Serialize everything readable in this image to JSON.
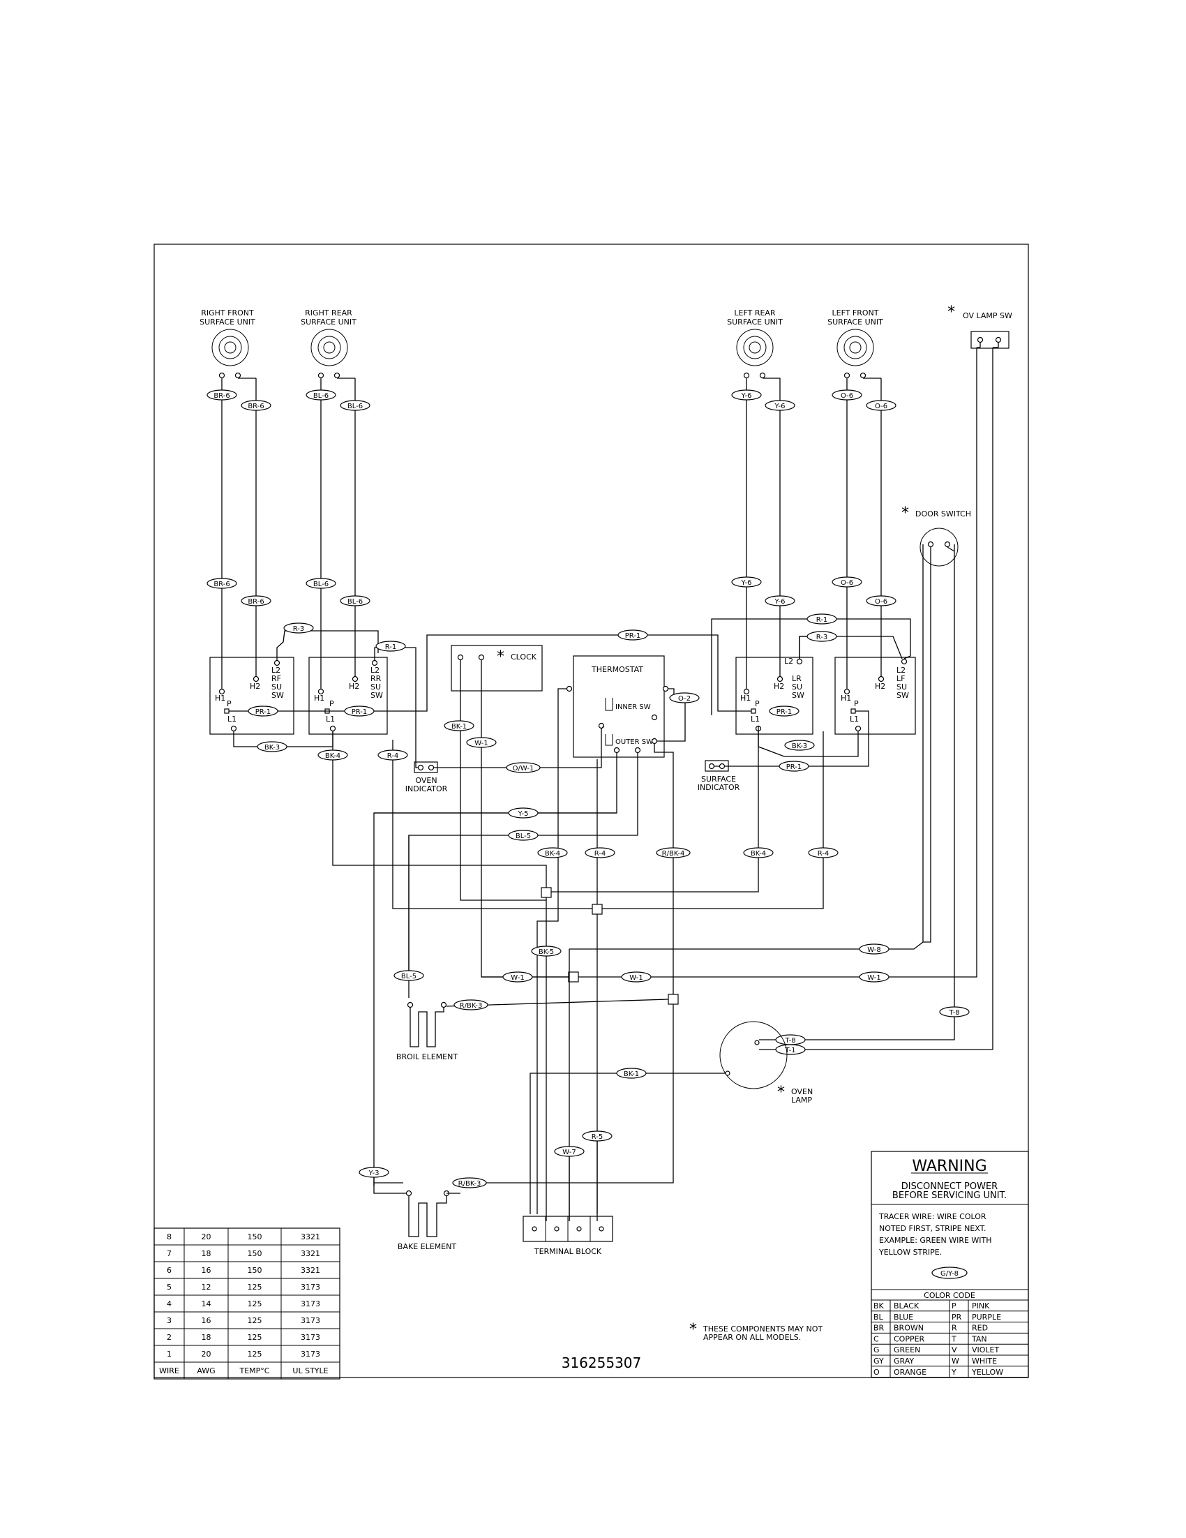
{
  "surface_units": {
    "right_front": [
      "RIGHT FRONT",
      "SURFACE UNIT"
    ],
    "right_rear": [
      "RIGHT REAR",
      "SURFACE UNIT"
    ],
    "left_rear": [
      "LEFT REAR",
      "SURFACE UNIT"
    ],
    "left_front": [
      "LEFT FRONT",
      "SURFACE UNIT"
    ]
  },
  "switch_labels": {
    "rf": [
      "L2",
      "RF",
      "SU",
      "SW"
    ],
    "rr": [
      "L2",
      "RR",
      "SU",
      "SW"
    ],
    "lr": [
      "L2",
      "LR",
      "SU",
      "SW"
    ],
    "lf": [
      "L2",
      "LF",
      "SU",
      "SW"
    ],
    "h1": "H1",
    "h2": "H2",
    "l1": "L1",
    "p": "P"
  },
  "components": {
    "ov_lamp_sw": "OV LAMP SW",
    "door_switch": "DOOR SWITCH",
    "clock": "CLOCK",
    "thermostat": "THERMOSTAT",
    "inner_sw": "INNER SW",
    "outer_sw": "OUTER SW",
    "oven_indicator": [
      "OVEN",
      "INDICATOR"
    ],
    "surface_indicator": [
      "SURFACE",
      "INDICATOR"
    ],
    "broil_element": "BROIL ELEMENT",
    "bake_element": "BAKE ELEMENT",
    "terminal_block": "TERMINAL BLOCK",
    "oven_lamp": [
      "OVEN",
      "LAMP"
    ],
    "asterisk": "*"
  },
  "wire_tags": {
    "br6": "BR-6",
    "bl6": "BL-6",
    "y6": "Y-6",
    "o6": "O-6",
    "r3": "R-3",
    "r1": "R-1",
    "pr1": "PR-1",
    "bk3": "BK-3",
    "bk4": "BK-4",
    "r4": "R-4",
    "bk1": "BK-1",
    "w1": "W-1",
    "o2": "O-2",
    "ow1": "O/W-1",
    "y5": "Y-5",
    "bl5": "BL-5",
    "rbk4": "R/BK-4",
    "bk5": "BK-5",
    "w8": "W-8",
    "rbk3": "R/BK-3",
    "t8": "T-8",
    "t1": "T-1",
    "r5": "R-5",
    "w7": "W-7",
    "y3": "Y-3"
  },
  "footnote": [
    "THESE COMPONENTS MAY NOT",
    "APPEAR ON ALL MODELS."
  ],
  "part_number": "316255307",
  "warning": {
    "title": "WARNING",
    "lines": [
      "DISCONNECT POWER",
      "BEFORE SERVICING UNIT."
    ],
    "tracer": [
      "TRACER WIRE:  WIRE COLOR",
      "NOTED FIRST, STRIPE NEXT.",
      "EXAMPLE:  GREEN WIRE WITH",
      "YELLOW STRIPE."
    ],
    "example_tag": "G/Y-8"
  },
  "color_code": {
    "title": "COLOR CODE",
    "rows": [
      [
        "BK",
        "BLACK",
        "P",
        "PINK"
      ],
      [
        "BL",
        "BLUE",
        "PR",
        "PURPLE"
      ],
      [
        "BR",
        "BROWN",
        "R",
        "RED"
      ],
      [
        "C",
        "COPPER",
        "T",
        "TAN"
      ],
      [
        "G",
        "GREEN",
        "V",
        "VIOLET"
      ],
      [
        "GY",
        "GRAY",
        "W",
        "WHITE"
      ],
      [
        "O",
        "ORANGE",
        "Y",
        "YELLOW"
      ]
    ]
  },
  "wire_table": {
    "headers": [
      "WIRE",
      "AWG",
      "TEMP°C",
      "UL STYLE"
    ],
    "rows": [
      [
        "8",
        "20",
        "150",
        "3321"
      ],
      [
        "7",
        "18",
        "150",
        "3321"
      ],
      [
        "6",
        "16",
        "150",
        "3321"
      ],
      [
        "5",
        "12",
        "125",
        "3173"
      ],
      [
        "4",
        "14",
        "125",
        "3173"
      ],
      [
        "3",
        "16",
        "125",
        "3173"
      ],
      [
        "2",
        "18",
        "125",
        "3173"
      ],
      [
        "1",
        "20",
        "125",
        "3173"
      ]
    ]
  }
}
